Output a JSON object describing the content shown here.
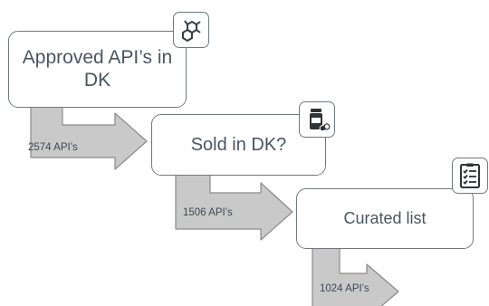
{
  "steps": [
    {
      "label": "Approved API’s in DK",
      "icon": "molecule-icon"
    },
    {
      "label": "Sold in DK?",
      "icon": "medicine-bottle-icon"
    },
    {
      "label": "Curated list",
      "icon": "checklist-icon"
    }
  ],
  "counts": [
    {
      "label": "2574 API’s"
    },
    {
      "label": "1506 API’s"
    },
    {
      "label": "1024 API’s"
    }
  ],
  "colors": {
    "arrow_fill": "#c9c9c9",
    "arrow_stroke": "#8a8a8a",
    "box_border": "#6f7880",
    "text": "#4a5560"
  }
}
